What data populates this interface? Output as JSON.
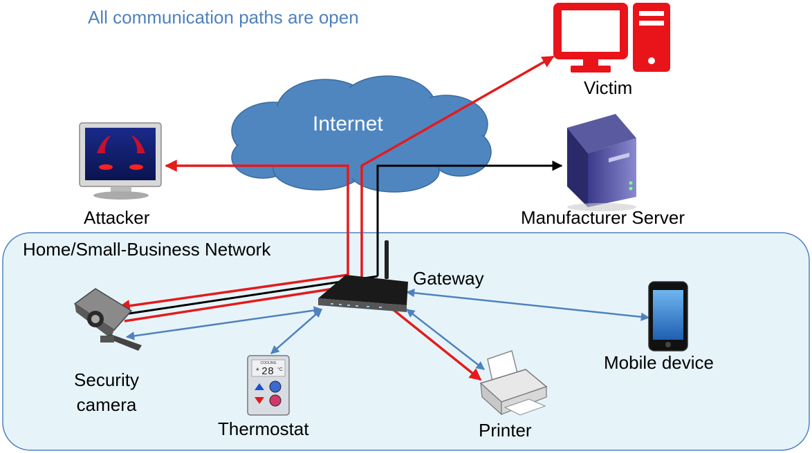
{
  "caption": "All communication paths are open",
  "network_label": "Home/Small-Business Network",
  "cloud_label": "Internet",
  "nodes": {
    "victim": "Victim",
    "attacker": "Attacker",
    "server": "Manufacturer Server",
    "gateway": "Gateway",
    "camera": "Security\ncamera",
    "thermostat": "Thermostat",
    "printer": "Printer",
    "mobile": "Mobile device"
  },
  "thermostat_display": {
    "mode": "COOLING",
    "temperature": "28",
    "unit": "°C"
  },
  "colors": {
    "attack_path": "#e41a1c",
    "manufacturer_path": "#000000",
    "local_path": "#4f81bd",
    "network_fill": "#e6f4fa",
    "cloud_fill": "#4f86c0"
  }
}
